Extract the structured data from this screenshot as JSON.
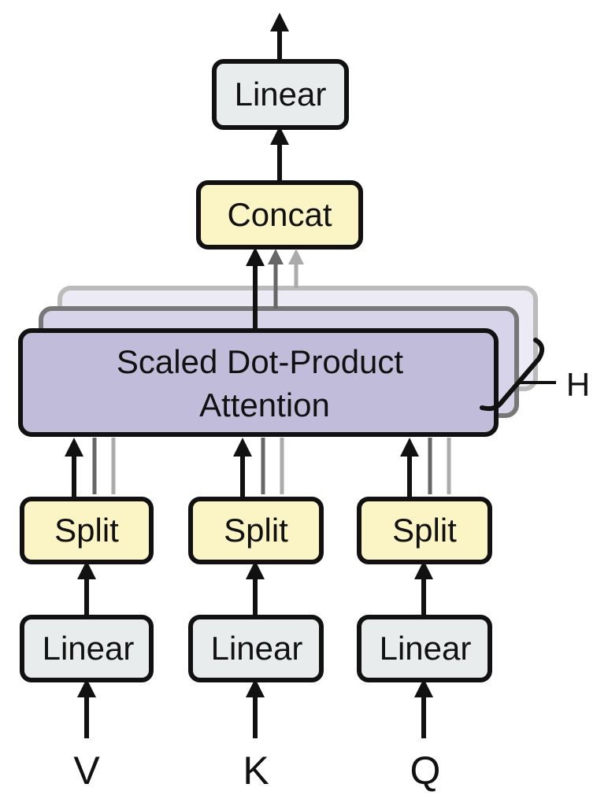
{
  "diagram": {
    "top_linear_label": "Linear",
    "concat_label": "Concat",
    "attention_line1": "Scaled Dot-Product",
    "attention_line2": "Attention",
    "heads_label": "H",
    "columns": [
      {
        "split_label": "Split",
        "linear_label": "Linear",
        "input_label": "V"
      },
      {
        "split_label": "Split",
        "linear_label": "Linear",
        "input_label": "K"
      },
      {
        "split_label": "Split",
        "linear_label": "Linear",
        "input_label": "Q"
      }
    ]
  },
  "colors": {
    "linear_fill": "#e8ecec",
    "concat_split_fill": "#fbf4c5",
    "attention_fill": "#c2bcdb",
    "stroke": "#111111",
    "layer_dark": "#666666",
    "layer_light": "#aaaaaa"
  }
}
